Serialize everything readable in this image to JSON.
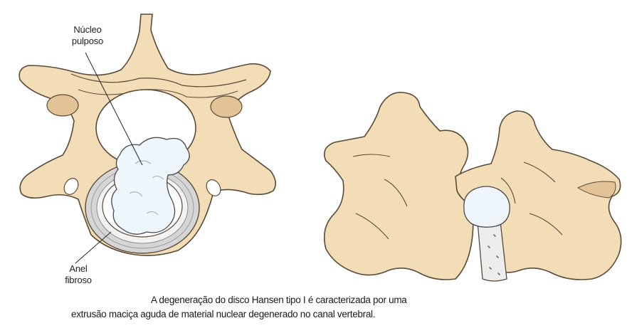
{
  "labels": {
    "nucleus_line1": "Núcleo",
    "nucleus_line2": "pulposo",
    "annulus_line1": "Anel",
    "annulus_line2": "fibroso"
  },
  "caption": {
    "line1": "A degeneração do disco Hansen tipo I é caracterizada por uma",
    "line2": "extrusão maciça aguda de material nuclear degenerado no canal vertebral."
  },
  "colors": {
    "bone": "#F3DDB6",
    "bone_outline": "#5A4A3A",
    "bone_shade": "#E2C396",
    "disc_ring": "#D6D6D6",
    "nucleus": "#EEF5FB",
    "canal": "#FFFFFF"
  }
}
